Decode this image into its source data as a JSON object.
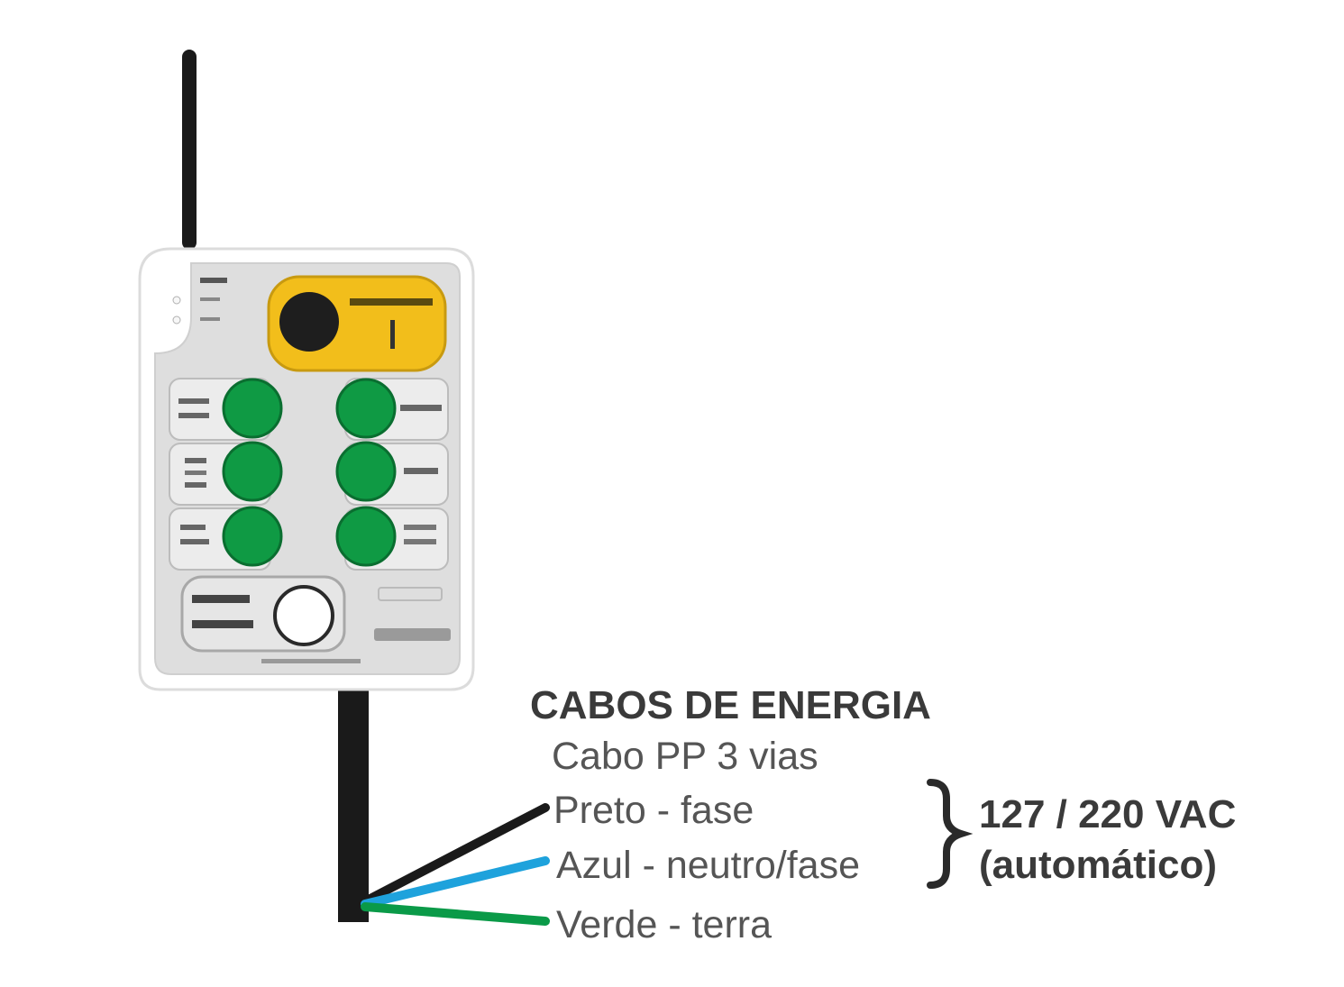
{
  "device": {
    "power_button_label": "",
    "indicator_labels": [
      "",
      ""
    ],
    "left_button_labels": [
      "",
      "",
      ""
    ],
    "right_button_labels": [
      "",
      "",
      ""
    ],
    "reset_label": "",
    "footer_text": "",
    "brand_text": ""
  },
  "cables": {
    "title": "CABOS DE ENERGIA",
    "subtitle": "Cabo PP 3 vias",
    "wires": [
      {
        "label": "Preto - fase",
        "color": "#1a1a1a"
      },
      {
        "label": "Azul - neutro/fase",
        "color": "#1ea2dc"
      },
      {
        "label": "Verde - terra",
        "color": "#0a9a48"
      }
    ],
    "voltage_line1": "127 / 220 VAC",
    "voltage_line2": "(automático)"
  },
  "colors": {
    "button_green": "#0f9a44",
    "panel_yellow": "#f2be1b",
    "cable_black": "#1a1a1a"
  }
}
